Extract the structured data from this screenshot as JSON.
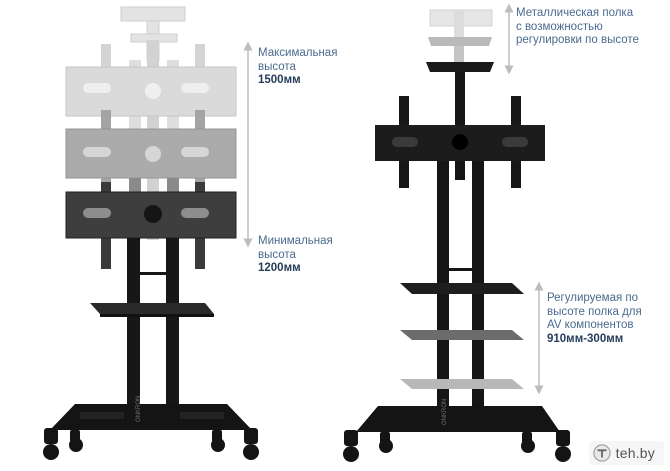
{
  "left_stand": {
    "top_note": {
      "line1": "Максимальная",
      "line2": "высота",
      "value": "1500мм"
    },
    "bottom_note": {
      "line1": "Минимальная",
      "line2": "высота",
      "value": "1200мм"
    },
    "brand_mark": "ONKRON"
  },
  "right_stand": {
    "top_note": {
      "line1": "Металлическая полка",
      "line2": "с возможностью",
      "line3": "регулировки по высоте"
    },
    "bottom_note": {
      "line1": "Регулируемая по",
      "line2": "высоте полка для",
      "line3": "AV компонентов",
      "value": "910мм-300мм"
    },
    "brand_mark": "ONKRON"
  },
  "watermark": {
    "text": "teh.by"
  },
  "colors": {
    "frame": "#161616",
    "ghost_light": "#dcdcdc",
    "ghost_mid": "#a9a9a9",
    "dim_line": "#bdbdbd",
    "note_text": "#4a6a8e",
    "note_bold": "#263d5a"
  }
}
